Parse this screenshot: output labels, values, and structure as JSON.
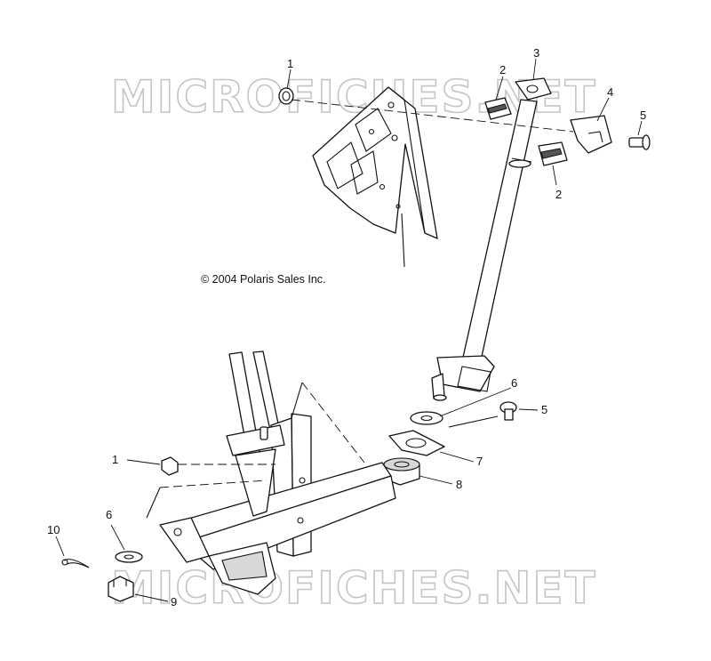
{
  "watermark": "MICROFICHES.NET",
  "copyright": "© 2004 Polaris Sales Inc.",
  "callouts": {
    "c1_top": "1",
    "c2_top": "2",
    "c3": "3",
    "c4": "4",
    "c5_top": "5",
    "c2_mid": "2",
    "c6_right": "6",
    "c5_right": "5",
    "c7": "7",
    "c8": "8",
    "c1_left": "1",
    "c6_left": "6",
    "c10": "10",
    "c9": "9"
  }
}
